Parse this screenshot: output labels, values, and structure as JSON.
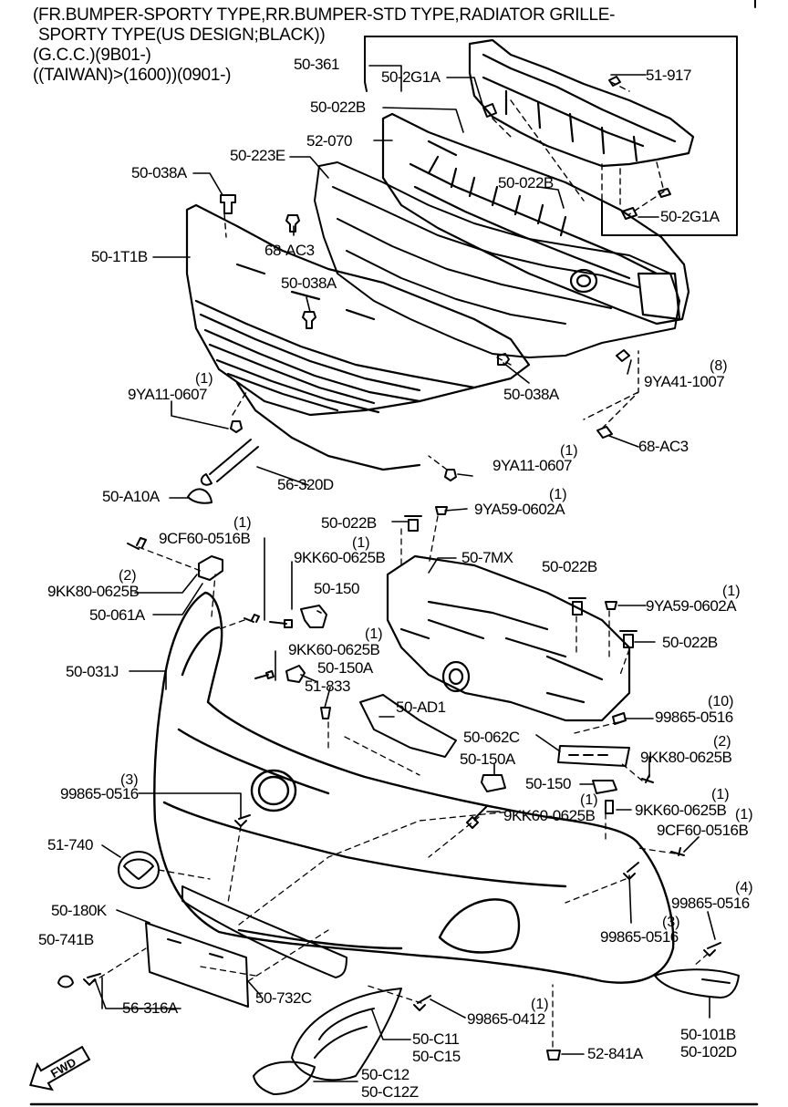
{
  "title": {
    "line1": "(FR.BUMPER-SPORTY TYPE,RR.BUMPER-STD TYPE,RADIATOR GRILLE-",
    "line2": "SPORTY TYPE(US DESIGN;BLACK))",
    "line3": "(G.C.C.)(9B01-)",
    "line4": "((TAIWAN)>(1600))(0901-)"
  },
  "labels": {
    "l50_361": "50-361",
    "l50_2G1A_a": "50-2G1A",
    "l51_917": "51-917",
    "l50_022B_a": "50-022B",
    "l52_070": "52-070",
    "l50_223E": "50-223E",
    "l50_022B_b": "50-022B",
    "l50_2G1A_b": "50-2G1A",
    "l50_038A_a": "50-038A",
    "l68_AC3_a": "68-AC3",
    "l50_1T1B": "50-1T1B",
    "l50_038A_b": "50-038A",
    "l9YA41_1007": "9YA41-1007",
    "q9YA41_1007": "(8)",
    "l9YA11_0607_a": "9YA11-0607",
    "q9YA11_0607_a": "(1)",
    "l50_038A_c": "50-038A",
    "l68_AC3_b": "68-AC3",
    "l9YA11_0607_b": "9YA11-0607",
    "q9YA11_0607_b": "(1)",
    "l56_320D": "56-320D",
    "l50_A10A": "50-A10A",
    "l9YA59_0602A_a": "9YA59-0602A",
    "q9YA59_0602A_a": "(1)",
    "l50_022B_c": "50-022B",
    "l9CF60_0516B_a": "9CF60-0516B",
    "q9CF60_0516B_a": "(1)",
    "l9KK60_0625B_a": "9KK60-0625B",
    "q9KK60_0625B_a": "(1)",
    "l50_7MX": "50-7MX",
    "l50_022B_d": "50-022B",
    "l9KK80_0625B_a": "9KK80-0625B",
    "q9KK80_0625B_a": "(2)",
    "l50_150_a": "50-150",
    "l9YA59_0602A_b": "9YA59-0602A",
    "q9YA59_0602A_b": "(1)",
    "l50_061A": "50-061A",
    "l50_022B_e": "50-022B",
    "l9KK60_0625B_b": "9KK60-0625B",
    "q9KK60_0625B_b": "(1)",
    "l50_031J": "50-031J",
    "l50_150A_a": "50-150A",
    "l51_833": "51-833",
    "l99865_0516_a": "99865-0516",
    "q99865_0516_a": "(10)",
    "l50_AD1": "50-AD1",
    "l50_062C": "50-062C",
    "l9KK80_0625B_b": "9KK80-0625B",
    "q9KK80_0625B_b": "(2)",
    "l50_150A_b": "50-150A",
    "l99865_0516_b": "99865-0516",
    "q99865_0516_b": "(3)",
    "l50_150_b": "50-150",
    "l9KK60_0625B_c": "9KK60-0625B",
    "q9KK60_0625B_c": "(1)",
    "l9KK60_0625B_d": "9KK60-0625B",
    "q9KK60_0625B_d": "(1)",
    "l9CF60_0516B_b": "9CF60-0516B",
    "q9CF60_0516B_b": "(1)",
    "l51_740": "51-740",
    "l99865_0516_c": "99865-0516",
    "q99865_0516_c": "(4)",
    "l50_180K": "50-180K",
    "l99865_0516_d": "99865-0516",
    "q99865_0516_d": "(3)",
    "l50_741B": "50-741B",
    "l50_732C": "50-732C",
    "l56_316A": "56-316A",
    "l99865_0412": "99865-0412",
    "q99865_0412": "(1)",
    "l50_C11": "50-C11",
    "l50_C15": "50-C15",
    "l52_841A": "52-841A",
    "l50_101B": "50-101B",
    "l50_102D": "50-102D",
    "l50_C12": "50-C12",
    "l50_C12Z": "50-C12Z"
  },
  "fwd_text": "FWD",
  "icons": [
    "fwd-arrow-icon"
  ]
}
